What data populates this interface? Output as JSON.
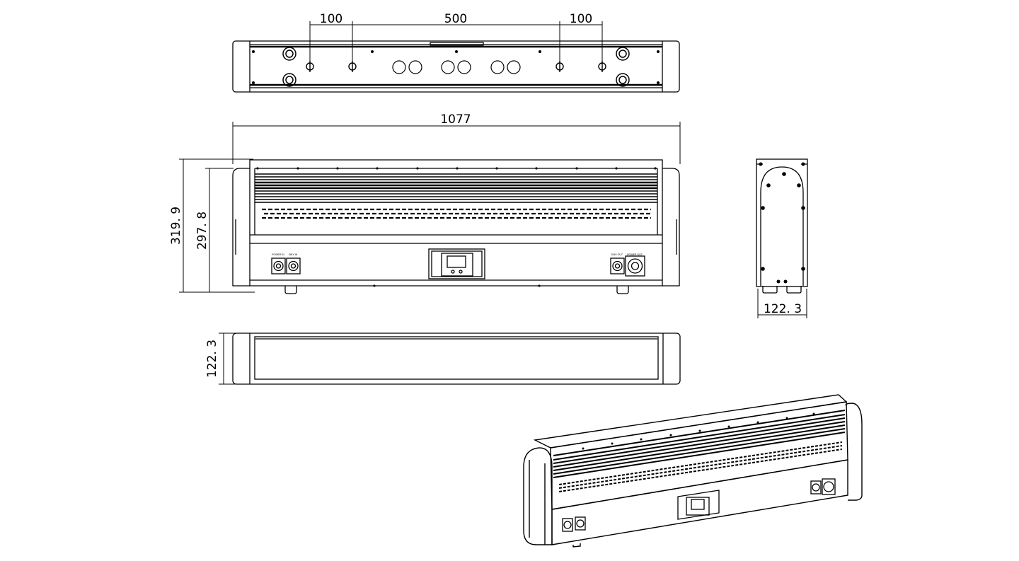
{
  "top_view": {
    "dims": {
      "left_spacing": "100",
      "center_spacing": "500",
      "right_spacing": "100"
    }
  },
  "front_view": {
    "dims": {
      "width": "1077",
      "total_height": "319. 9",
      "body_height": "297. 8"
    },
    "connectors": {
      "left_label_1": "POWER IN",
      "left_label_2": "DMX IN",
      "right_label_1": "DMX OUT",
      "right_label_2": "POWER OUT"
    }
  },
  "side_view": {
    "dims": {
      "depth": "122. 3"
    }
  },
  "bottom_view": {
    "dims": {
      "depth": "122. 3"
    }
  },
  "colors": {
    "line": "#000000",
    "background": "#ffffff"
  }
}
